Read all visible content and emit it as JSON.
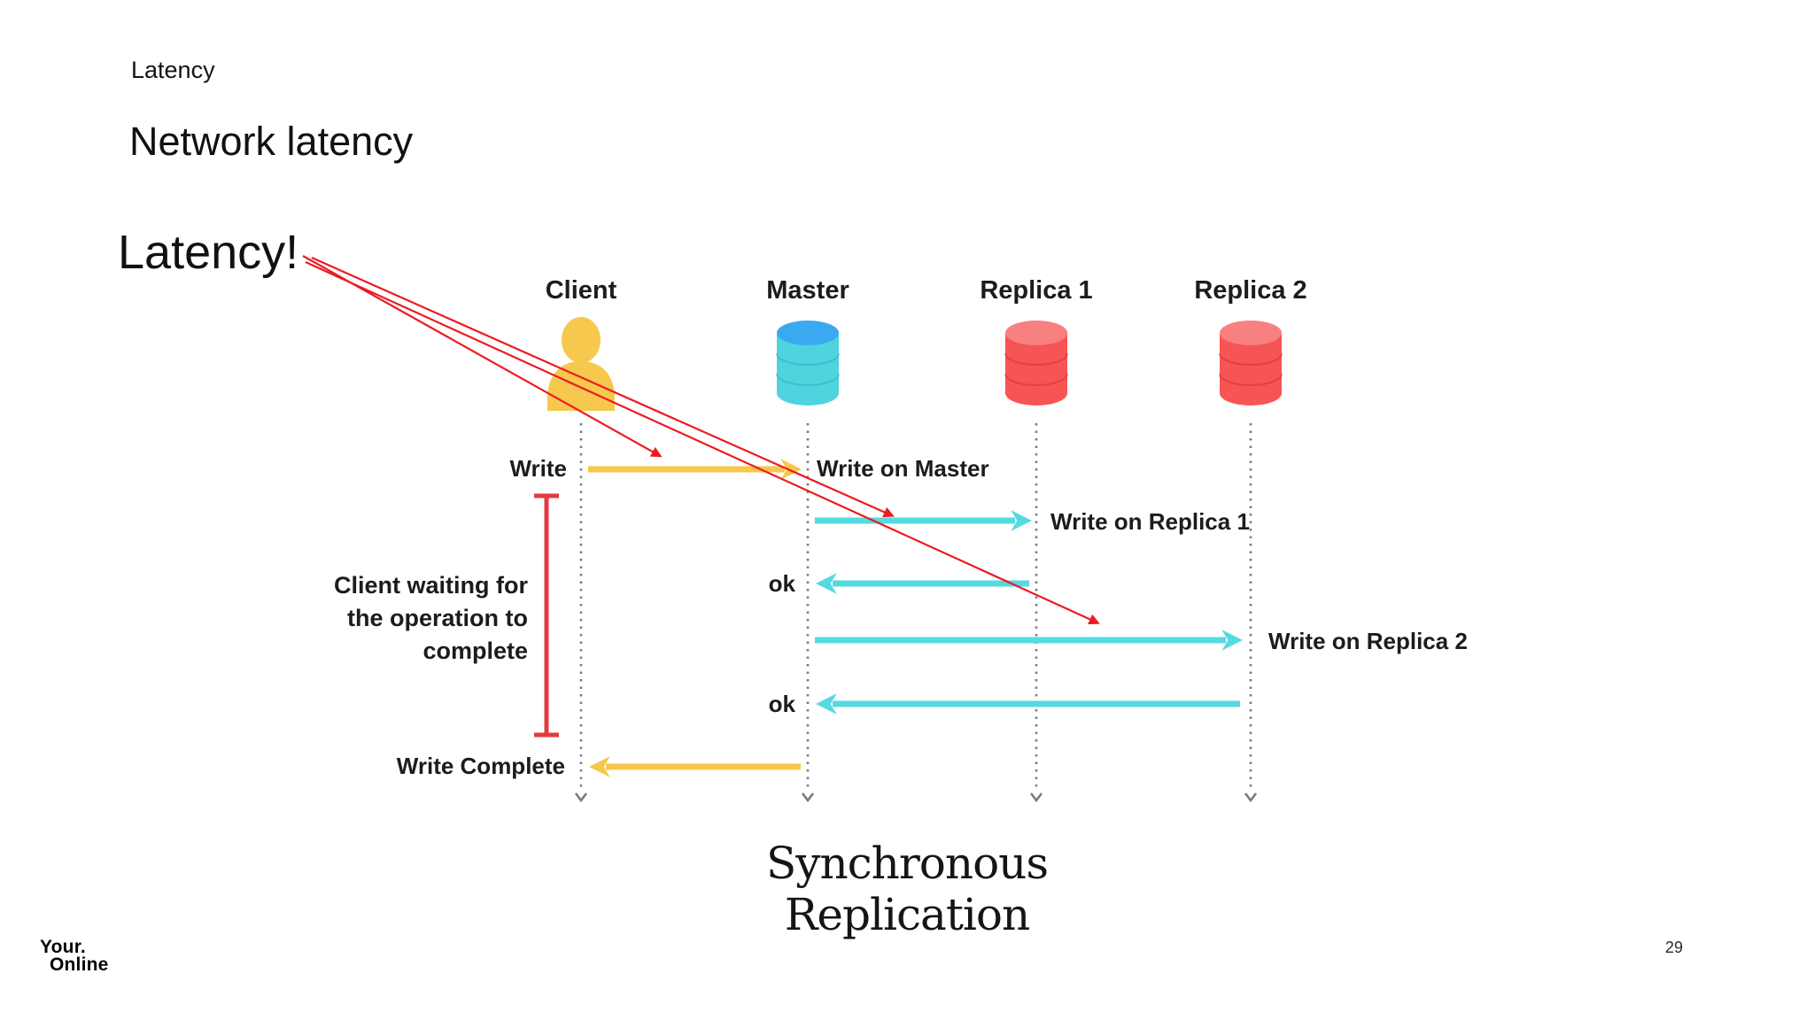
{
  "slide": {
    "eyebrow": "Latency",
    "title": "Network latency",
    "annotation": "Latency!",
    "diagram_title": "Synchronous Replication",
    "page_number": "29",
    "logo": {
      "line1": "Your.",
      "line2": "Online"
    }
  },
  "diagram": {
    "actors": [
      {
        "label": "Client",
        "icon": "user-icon"
      },
      {
        "label": "Master",
        "icon": "database-icon"
      },
      {
        "label": "Replica 1",
        "icon": "database-icon"
      },
      {
        "label": "Replica 2",
        "icon": "database-icon"
      }
    ],
    "arrows": [
      {
        "left_label": "Write",
        "right_label": "Write on Master",
        "from": "Client",
        "to": "Master",
        "color": "#F8C64B"
      },
      {
        "right_label": "Write on Replica 1",
        "from": "Master",
        "to": "Replica 1",
        "color": "#55DAE1"
      },
      {
        "left_label": "ok",
        "from": "Replica 1",
        "to": "Master",
        "color": "#55DAE1"
      },
      {
        "right_label": "Write on Replica 2",
        "from": "Master",
        "to": "Replica 2",
        "color": "#55DAE1"
      },
      {
        "left_label": "ok",
        "from": "Replica 2",
        "to": "Master",
        "color": "#55DAE1"
      },
      {
        "left_label": "Write Complete",
        "from": "Master",
        "to": "Client",
        "color": "#F8C64B"
      }
    ],
    "waiting_note": {
      "lines": [
        "Client waiting for",
        "the operation to",
        "complete"
      ]
    },
    "colors": {
      "yellow_arrow": "#F8C64B",
      "cyan_arrow": "#55DAE1",
      "red_annotation": "#EC1B22",
      "red_bracket": "#E23B40",
      "user_icon": "#F6C84E",
      "master_db_top": "#3BA9F0",
      "master_db_body": "#4FD3DF",
      "replica_db_top": "#F98081",
      "replica_db_body": "#F65455",
      "lifeline_gray": "#7B7B7B"
    }
  }
}
